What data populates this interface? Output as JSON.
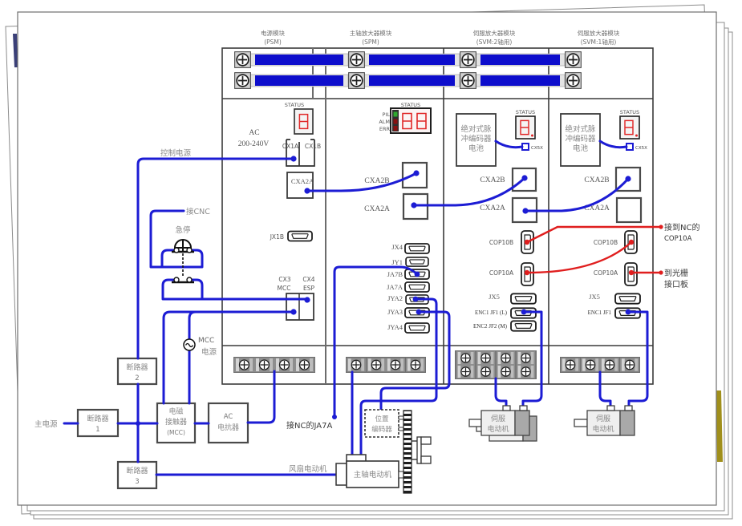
{
  "diagram": {
    "modules": [
      {
        "title": "电源模块",
        "code": "(PSM)"
      },
      {
        "title": "主轴放大器模块",
        "code": "(SPM)"
      },
      {
        "title": "伺服放大器模块",
        "code": "(SVM:2轴用)"
      },
      {
        "title": "伺服放大器模块",
        "code": "(SVM:1轴用)"
      }
    ],
    "psm": {
      "status": "STATUS",
      "supply": "AC",
      "voltage": "200-240V",
      "cx1a": "CX1A",
      "cx1b": "CX1B",
      "cxa2a": "CXA2A",
      "jx1b": "JX1B",
      "cx3": "CX3",
      "cx4": "CX4",
      "cx3_function": "MCC",
      "cx4_function": "ESP"
    },
    "spm": {
      "status": "STATUS",
      "leds": [
        "PIL",
        "ALM",
        "ERR"
      ],
      "cxa2b": "CXA2B",
      "cxa2a": "CXA2A",
      "connectors": [
        "JX4",
        "JY1",
        "JA7B",
        "JA7A",
        "JYA2",
        "JYA3",
        "JYA4"
      ]
    },
    "svm2": {
      "battery": [
        "绝对式脉",
        "冲编码器",
        "电池"
      ],
      "status": "STATUS",
      "battery_port": "CX5X",
      "cxa2b": "CXA2B",
      "cxa2a": "CXA2A",
      "cop10b": "COP10B",
      "cop10a": "COP10A",
      "jx5": "JX5",
      "enc1": "ENC1 JF1 (L)",
      "enc2": "ENC2 JF2 (M)"
    },
    "svm1": {
      "battery": [
        "绝对式脉",
        "冲编码器",
        "电池"
      ],
      "status": "STATUS",
      "battery_port": "CX5X",
      "cxa2b": "CXA2B",
      "cxa2a": "CXA2A",
      "cop10b": "COP10B",
      "cop10a": "COP10A",
      "jx5": "JX5",
      "enc1": "ENC1 JF1"
    },
    "wiring": {
      "control_power": "控制电源",
      "to_cnc": "接CNC",
      "emergency_stop": "急停",
      "mcc_power": [
        "MCC",
        "电源"
      ],
      "main_power": "主电源",
      "breakers": [
        {
          "name": "断路器",
          "number": "1"
        },
        {
          "name": "断路器",
          "number": "2"
        },
        {
          "name": "断路器",
          "number": "3"
        }
      ],
      "contactor": [
        "电磁",
        "接触器",
        "(MCC)"
      ],
      "reactor": [
        "AC",
        "电抗器"
      ],
      "to_nc_ja7a": "接NC的JA7A",
      "fan_motor": "风扇电动机",
      "spindle_motor": "主轴电动机",
      "position_encoder": [
        "位置",
        "编码器"
      ],
      "servo_motor": [
        "伺服",
        "电动机"
      ],
      "to_nc_cop10a": [
        "接到NC的",
        "COP10A"
      ],
      "to_scale_interface": [
        "到光栅",
        "接口板"
      ]
    },
    "colors": {
      "power_cable": "#1c1cd4",
      "optical_cable": "#e01e1e",
      "status_display": "#e02828",
      "led_pil": "#2faa2f",
      "led_alarm": "#8a1010"
    }
  }
}
